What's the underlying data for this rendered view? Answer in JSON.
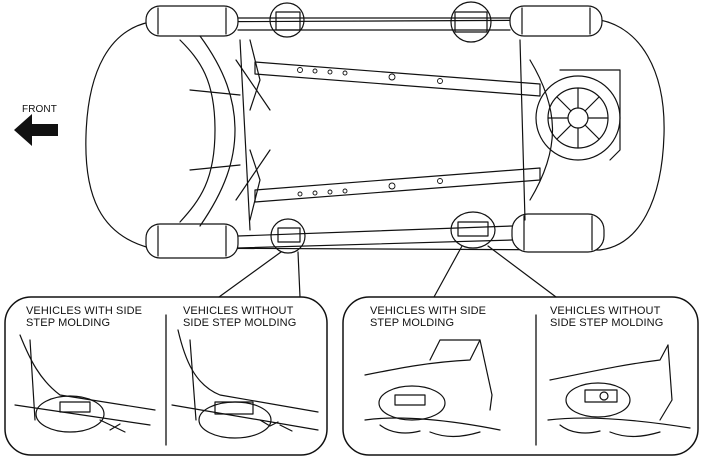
{
  "direction_label": "FRONT",
  "panels": [
    {
      "id": "left",
      "insets": [
        {
          "label": "VEHICLES WITH SIDE\nSTEP MOLDING"
        },
        {
          "label": "VEHICLES WITHOUT\nSIDE STEP MOLDING"
        }
      ]
    },
    {
      "id": "right",
      "insets": [
        {
          "label": "VEHICLES WITH SIDE\nSTEP MOLDING"
        },
        {
          "label": "VEHICLES WITHOUT\nSIDE STEP MOLDING"
        }
      ]
    }
  ]
}
